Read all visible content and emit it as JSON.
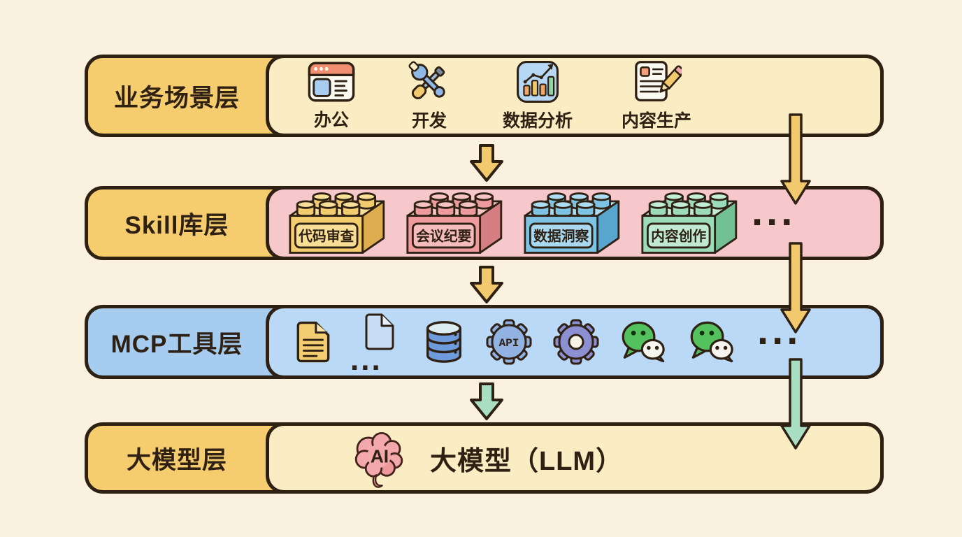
{
  "diagram": {
    "background": "#FAF2DE",
    "outline_color": "#2E2113",
    "rows": [
      {
        "label": "业务场景层",
        "label_bg": "#F5CC6E",
        "panel_bg": "#FAECC3",
        "items": [
          {
            "icon": "browser-window-icon",
            "label": "办公"
          },
          {
            "icon": "dev-tools-icon",
            "label": "开发"
          },
          {
            "icon": "bar-chart-icon",
            "label": "数据分析"
          },
          {
            "icon": "document-pencil-icon",
            "label": "内容生产"
          }
        ]
      },
      {
        "label": "Skill库层",
        "label_bg": "#F5CC6E",
        "panel_bg": "#F7C8CB",
        "bricks": [
          {
            "label": "代码审查",
            "color": "#F2CC6E"
          },
          {
            "label": "会议纪要",
            "color": "#EE9B9D"
          },
          {
            "label": "数据洞察",
            "color": "#7FC3E4"
          },
          {
            "label": "内容创作",
            "color": "#9CDCBA"
          }
        ],
        "ellipsis": "..."
      },
      {
        "label": "MCP工具层",
        "label_bg": "#A6CCF0",
        "panel_bg": "#BAD9F6",
        "icons": [
          "document-icon",
          "document-outline-icon",
          "ellipsis",
          "database-icon",
          "api-gear-icon",
          "gear-icon",
          "wechat-icon",
          "wechat-icon",
          "ellipsis"
        ],
        "api_label": "API",
        "ellipsis_mid": "...",
        "ellipsis_end": "..."
      },
      {
        "label": "大模型层",
        "label_bg": "#F5CC6E",
        "panel_bg": "#FAECC3",
        "ai_label": "AI",
        "model_label": "大模型（LLM）"
      }
    ],
    "arrow_colors": {
      "yellow": "#F2C96D",
      "green": "#A8DFC2"
    }
  }
}
